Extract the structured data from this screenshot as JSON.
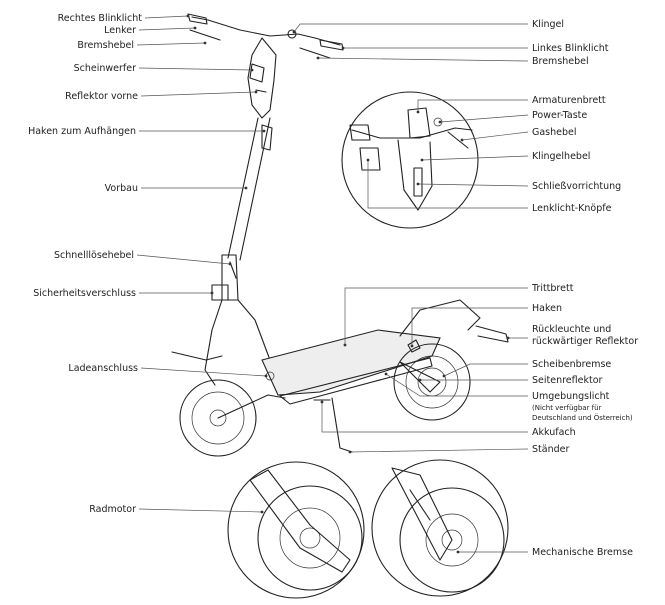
{
  "labels_left": [
    {
      "id": "rechtes-blinklicht",
      "text": "Rechtes Blinklicht"
    },
    {
      "id": "lenker",
      "text": "Lenker"
    },
    {
      "id": "bremshebel-links",
      "text": "Bremshebel"
    },
    {
      "id": "scheinwerfer",
      "text": "Scheinwerfer"
    },
    {
      "id": "reflektor-vorne",
      "text": "Reflektor vorne"
    },
    {
      "id": "haken-aufhaengen",
      "text": "Haken zum Aufhängen"
    },
    {
      "id": "vorbau",
      "text": "Vorbau"
    },
    {
      "id": "schnellloesehebel",
      "text": "Schnelllösehebel"
    },
    {
      "id": "sicherheitsverschluss",
      "text": "Sicherheitsverschluss"
    },
    {
      "id": "ladeanschluss",
      "text": "Ladeanschluss"
    },
    {
      "id": "radmotor",
      "text": "Radmotor"
    }
  ],
  "labels_right": [
    {
      "id": "klingel",
      "text": "Klingel"
    },
    {
      "id": "linkes-blinklicht",
      "text": "Linkes Blinklicht"
    },
    {
      "id": "bremshebel-rechts",
      "text": "Bremshebel"
    },
    {
      "id": "armaturenbrett",
      "text": "Armaturenbrett"
    },
    {
      "id": "power-taste",
      "text": "Power-Taste"
    },
    {
      "id": "gashebel",
      "text": "Gashebel"
    },
    {
      "id": "klingelhebel",
      "text": "Klingelhebel"
    },
    {
      "id": "schliessvorrichtung",
      "text": "Schließvorrichtung"
    },
    {
      "id": "lenklicht-knoepfe",
      "text": "Lenklicht-Knöpfe"
    },
    {
      "id": "trittbrett",
      "text": "Trittbrett"
    },
    {
      "id": "haken",
      "text": "Haken"
    },
    {
      "id": "rueckleuchte-1",
      "text": "Rückleuchte und"
    },
    {
      "id": "rueckleuchte-2",
      "text": "rückwärtiger Reflektor"
    },
    {
      "id": "scheibenbremse",
      "text": "Scheibenbremse"
    },
    {
      "id": "seitenreflektor",
      "text": "Seitenreflektor"
    },
    {
      "id": "umgebungslicht",
      "text": "Umgebungslicht"
    },
    {
      "id": "umgebungslicht-note-1",
      "text": "(Nicht verfügbar für"
    },
    {
      "id": "umgebungslicht-note-2",
      "text": "Deutschland und Österreich)"
    },
    {
      "id": "akkufach",
      "text": "Akkufach"
    },
    {
      "id": "staender",
      "text": "Ständer"
    },
    {
      "id": "mechanische-bremse",
      "text": "Mechanische Bremse"
    }
  ]
}
